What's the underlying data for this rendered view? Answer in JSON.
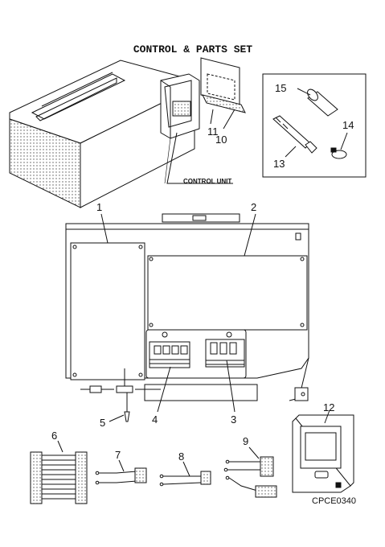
{
  "title": "CONTROL & PARTS SET",
  "control_unit_label": "CONTROL UNIT",
  "drawing_code": "CPCE0340",
  "callouts": {
    "c1": "1",
    "c2": "2",
    "c3": "3",
    "c4": "4",
    "c5": "5",
    "c6": "6",
    "c7": "7",
    "c8": "8",
    "c9": "9",
    "c10": "10",
    "c11": "11",
    "c12": "12",
    "c13": "13",
    "c14": "14",
    "c15": "15"
  }
}
